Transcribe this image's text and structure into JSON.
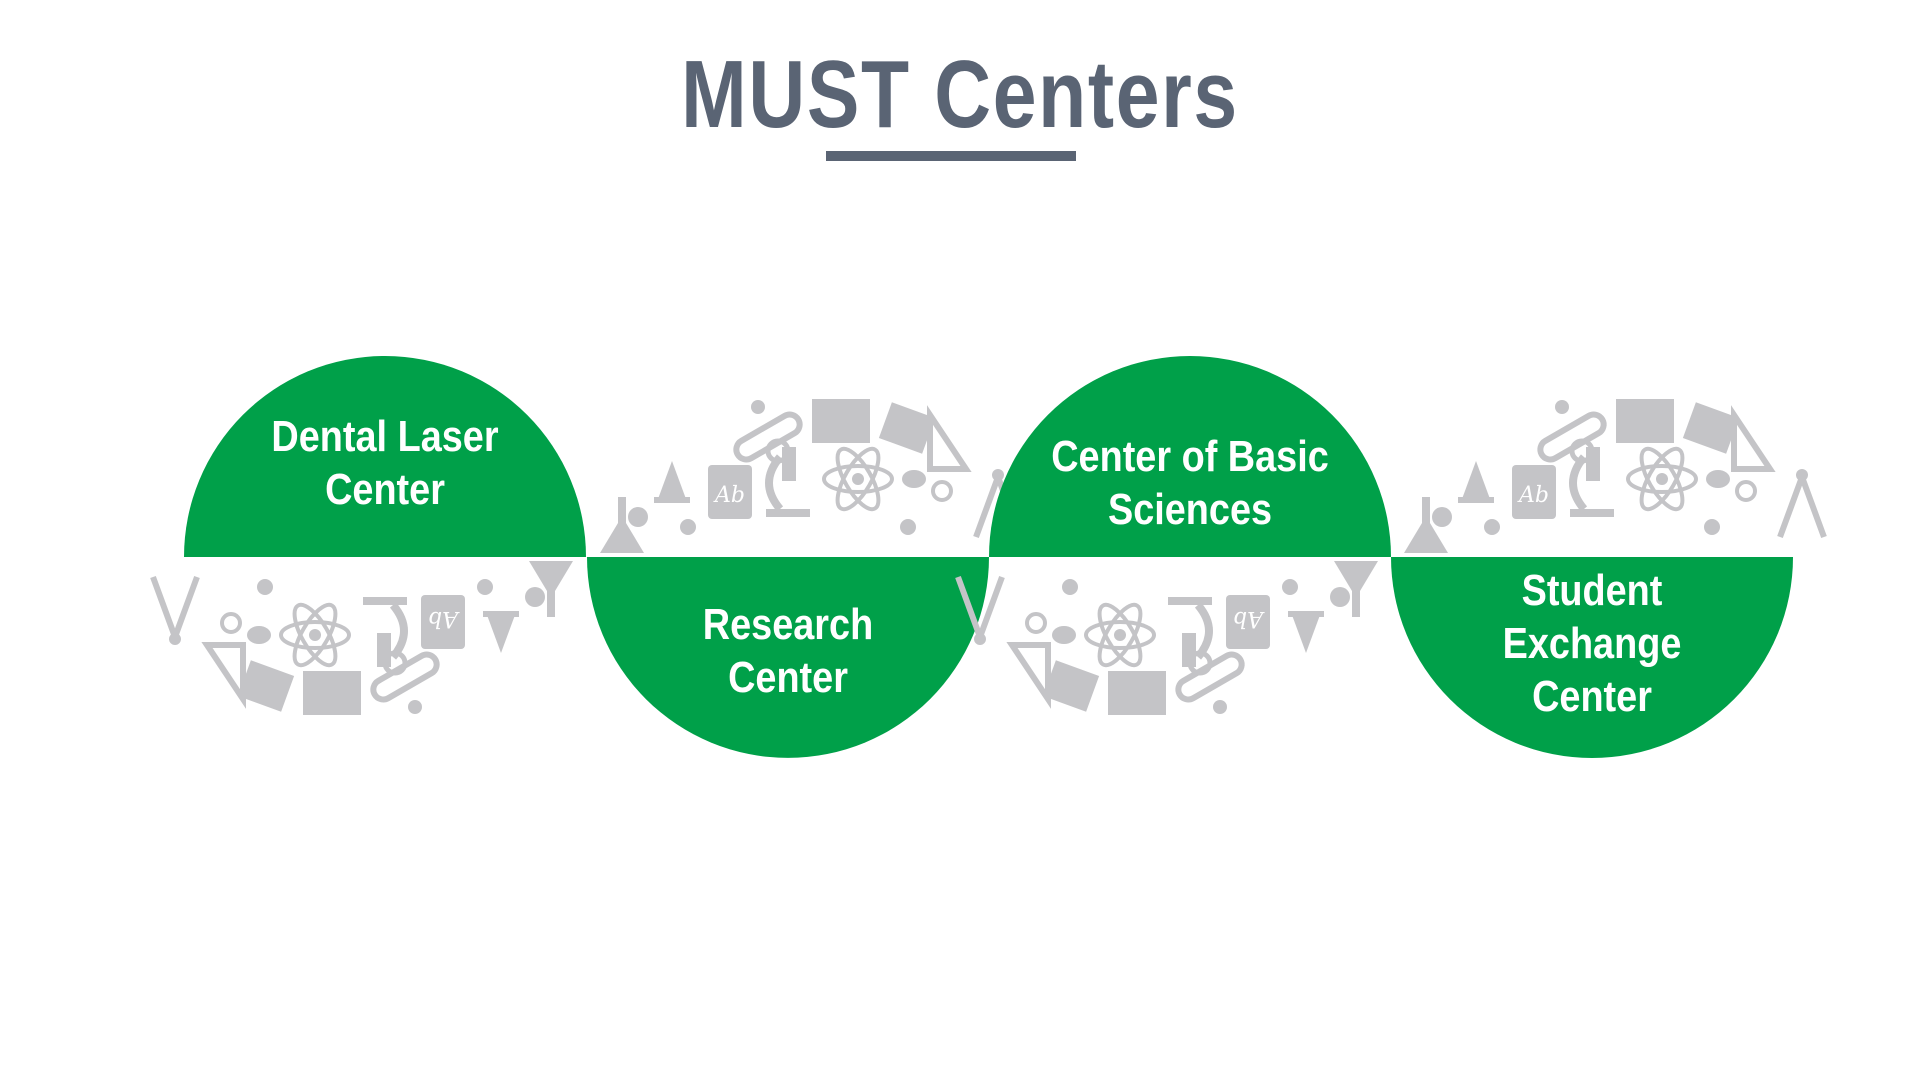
{
  "title": "MUST Centers",
  "colors": {
    "title": "#5a6474",
    "green": "#00a049",
    "icons": "#c4c4c7"
  },
  "centers": [
    {
      "line1": "Dental Laser",
      "line2": "Center",
      "line3": "",
      "half": "top"
    },
    {
      "line1": "Research",
      "line2": "Center",
      "line3": "",
      "half": "bottom"
    },
    {
      "line1": "Center of Basic",
      "line2": "Sciences",
      "line3": "",
      "half": "top"
    },
    {
      "line1": "Student",
      "line2": "Exchange",
      "line3": "Center",
      "half": "bottom"
    }
  ],
  "icon_names": [
    "test-tube-icon",
    "book-icon",
    "notepad-icon",
    "bell-icon",
    "magnifier-icon",
    "microscope-icon",
    "atom-icon",
    "palette-icon",
    "ruler-triangle-icon",
    "flask-icon",
    "lightbulb-icon",
    "compass-icon",
    "ab-book-icon",
    "funnel-icon"
  ]
}
